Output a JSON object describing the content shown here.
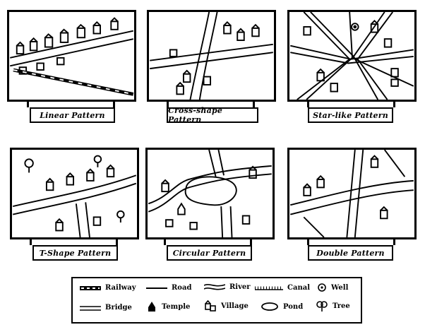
{
  "panels": [
    {
      "key": "linear",
      "label": "Linear Pattern"
    },
    {
      "key": "cross",
      "label": "Cross-shape Pattern"
    },
    {
      "key": "star",
      "label": "Star-like Pattern"
    },
    {
      "key": "tshape",
      "label": "T-Shape Pattern"
    },
    {
      "key": "circular",
      "label": "Circular Pattern"
    },
    {
      "key": "double",
      "label": "Double Pattern"
    }
  ],
  "legend": {
    "railway": "Railway",
    "road": "Road",
    "river": "River",
    "canal": "Canal",
    "well": "Well",
    "bridge": "Bridge",
    "temple": "Temple",
    "village": "Village",
    "pond": "Pond",
    "tree": "Tree"
  }
}
